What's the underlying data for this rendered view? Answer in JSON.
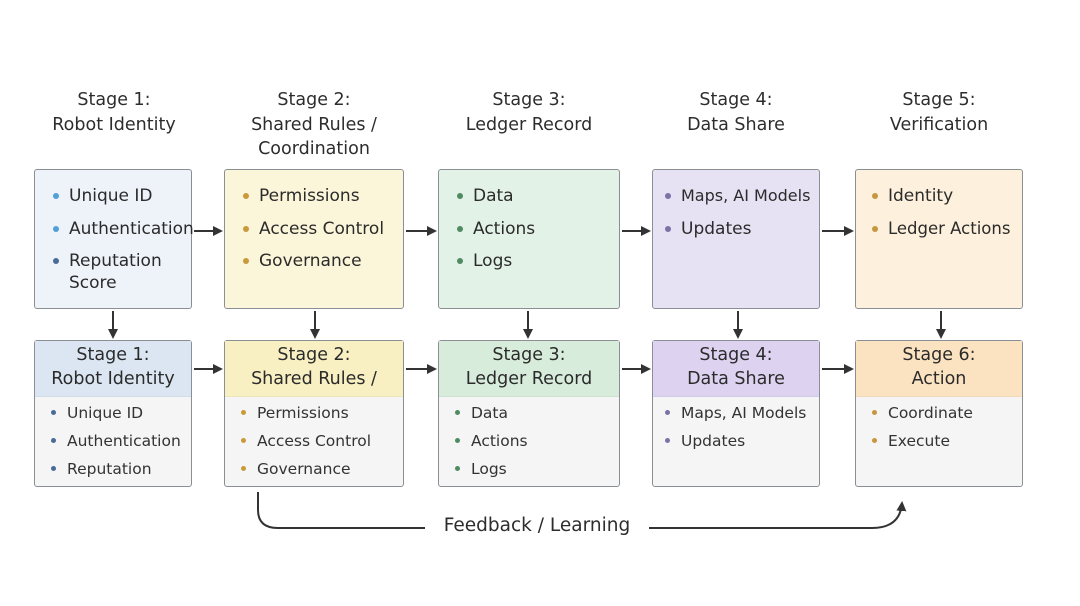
{
  "headers": [
    {
      "line1": "Stage 1:",
      "line2": "Robot Identity",
      "line3": ""
    },
    {
      "line1": "Stage 2:",
      "line2": "Shared Rules /",
      "line3": "Coordination"
    },
    {
      "line1": "Stage 3:",
      "line2": "Ledger Record",
      "line3": ""
    },
    {
      "line1": "Stage 4:",
      "line2": "Data Share",
      "line3": ""
    },
    {
      "line1": "Stage 5:",
      "line2": "Verification",
      "line3": ""
    }
  ],
  "top_boxes": [
    {
      "items": [
        "Unique ID",
        "Authentication",
        "Reputation Score"
      ]
    },
    {
      "items": [
        "Permissions",
        "Access Control",
        "Governance"
      ]
    },
    {
      "items": [
        "Data",
        "Actions",
        "Logs"
      ]
    },
    {
      "items": [
        "Maps, AI Models",
        "Updates"
      ]
    },
    {
      "items": [
        "Identity",
        "Ledger Actions"
      ]
    }
  ],
  "bottom_boxes": [
    {
      "line1": "Stage 1:",
      "line2": "Robot Identity",
      "items": [
        "Unique ID",
        "Authentication",
        "Reputation"
      ]
    },
    {
      "line1": "Stage 2:",
      "line2": "Shared Rules /",
      "items": [
        "Permissions",
        "Access Control",
        "Governance"
      ]
    },
    {
      "line1": "Stage 3:",
      "line2": "Ledger Record",
      "items": [
        "Data",
        "Actions",
        "Logs"
      ]
    },
    {
      "line1": "Stage 4:",
      "line2": "Data Share",
      "items": [
        "Maps, AI Models",
        "Updates"
      ]
    },
    {
      "line1": "Stage 6:",
      "line2": "Action",
      "items": [
        "Coordinate",
        "Execute"
      ]
    }
  ],
  "feedback": {
    "label": "Feedback / Learning"
  },
  "colors": {
    "stage1": {
      "fill": "#eef3f9",
      "head": "#dbe6f2",
      "bullet": "#4f9fd9",
      "bullet_dark": "#4a6a9a"
    },
    "stage2": {
      "fill": "#fbf6d9",
      "head": "#f8efc2",
      "bullet": "#c99a3a"
    },
    "stage3": {
      "fill": "#e3f2e6",
      "head": "#d7ecdb",
      "bullet": "#4e8b62"
    },
    "stage4": {
      "fill": "#e7e1f4",
      "head": "#ddd3f1",
      "bullet": "#7b72a6"
    },
    "stage5": {
      "fill": "#fdf0dc",
      "head": "#fbe3c2",
      "bullet": "#c8963f"
    },
    "arrow": "#333333"
  }
}
